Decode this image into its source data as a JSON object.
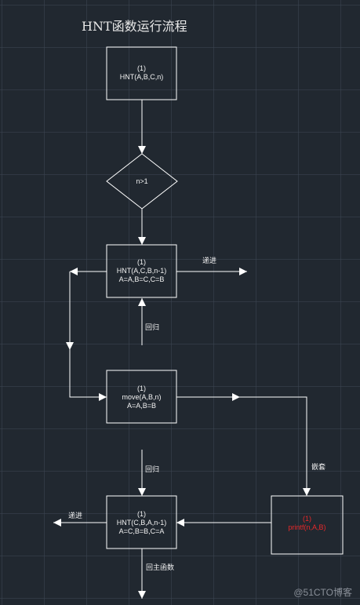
{
  "title": "HNT函数运行流程",
  "nodes": {
    "start": {
      "step": "(1)",
      "call": "HNT(A,B,C,n)"
    },
    "decision": {
      "condition": "n>1"
    },
    "recurse1": {
      "step": "(1)",
      "call": "HNT(A,C,B,n-1)",
      "assign": "A=A,B=C,C=B"
    },
    "move": {
      "step": "(1)",
      "call": "move(A,B,n)",
      "assign": "A=A,B=B"
    },
    "print": {
      "step": "(1)",
      "call": "printf(n,A,B)"
    },
    "recurse2": {
      "step": "(1)",
      "call": "HNT(C,B,A,n-1)",
      "assign": "A=C,B=B,C=A"
    }
  },
  "edges": {
    "recurse_out_1": "递进",
    "return_1": "回归",
    "return_2": "回归",
    "nested": "嵌套",
    "recurse_out_2": "递进",
    "return_main": "回主函数"
  },
  "colors": {
    "background": "#212830",
    "line": "#ffffff",
    "text": "#f2f2f2",
    "highlight": "#e8282a"
  },
  "watermark": "@51CTO博客"
}
